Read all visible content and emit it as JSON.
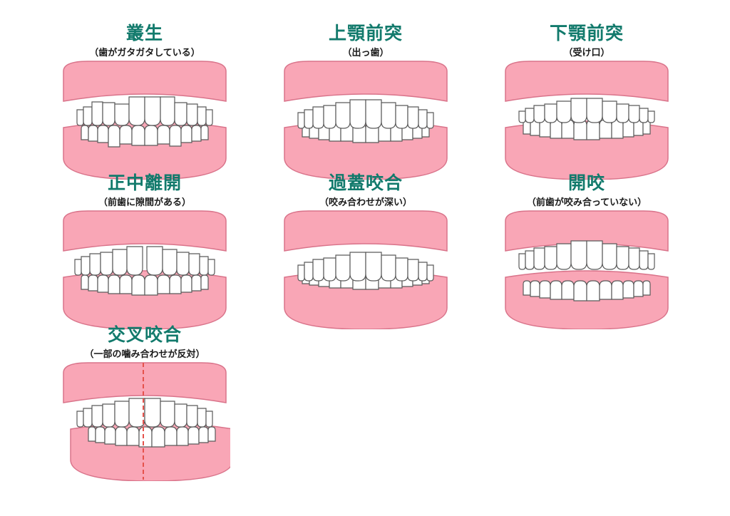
{
  "colors": {
    "title": "#127a6c",
    "gum": "#f9a6b6",
    "gum_outline": "#d9738a",
    "tooth": "#ffffff",
    "tooth_outline": "#5a5a5a",
    "midline": "#e5524c"
  },
  "items": [
    {
      "title": "叢生",
      "subtitle": "（歯がガタガタしている）",
      "type": "crowding"
    },
    {
      "title": "上顎前突",
      "subtitle": "（出っ歯）",
      "type": "overjet"
    },
    {
      "title": "下顎前突",
      "subtitle": "（受け口）",
      "type": "underbite"
    },
    {
      "title": "正中離開",
      "subtitle": "（前歯に隙間がある）",
      "type": "diastema"
    },
    {
      "title": "過蓋咬合",
      "subtitle": "（咬み合わせが深い）",
      "type": "deepbite"
    },
    {
      "title": "開咬",
      "subtitle": "（前歯が咬み合っていない）",
      "type": "openbite"
    },
    {
      "title": "交叉咬合",
      "subtitle": "（一部の噛み合わせが反対）",
      "type": "crossbite"
    }
  ]
}
